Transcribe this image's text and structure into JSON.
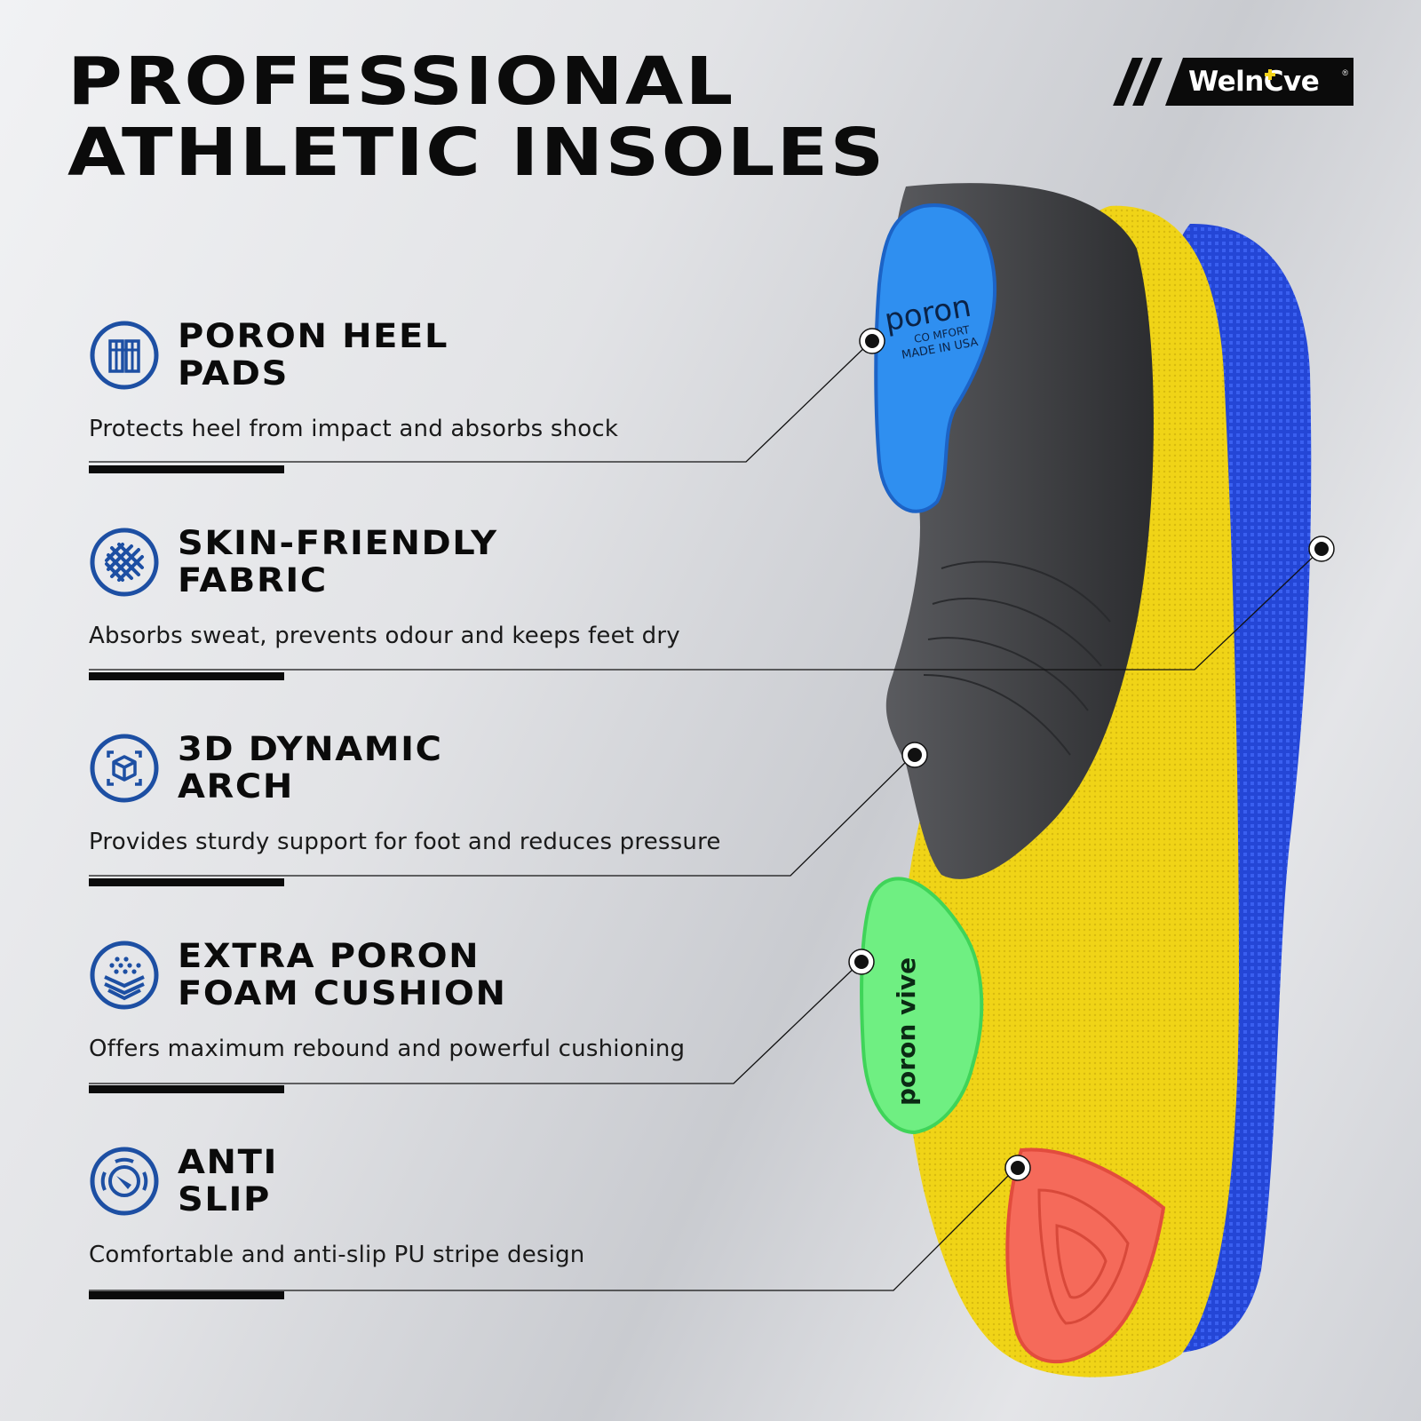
{
  "header": {
    "title_line1": "PROFESSIONAL",
    "title_line2": "ATHLETIC INSOLES"
  },
  "brand": {
    "name": "WelnCve",
    "logo_icon": "welnove-logo-with-plus",
    "registered": "®",
    "accent_color": "#f2d21b"
  },
  "features": [
    {
      "icon": "heel-pad-icon",
      "title_line1": "PORON HEEL",
      "title_line2": "PADS",
      "description": "Protects heel from impact and absorbs shock"
    },
    {
      "icon": "woven-fabric-icon",
      "title_line1": "SKIN-FRIENDLY",
      "title_line2": "FABRIC",
      "description": "Absorbs sweat, prevents odour and keeps feet dry"
    },
    {
      "icon": "3d-cube-icon",
      "title_line1": "3D DYNAMIC",
      "title_line2": "ARCH",
      "description": "Provides sturdy support for foot and reduces pressure"
    },
    {
      "icon": "foam-layers-icon",
      "title_line1": "EXTRA PORON",
      "title_line2": "FOAM CUSHION",
      "description": "Offers maximum rebound and powerful cushioning"
    },
    {
      "icon": "anti-slip-gauge-icon",
      "title_line1": "ANTI",
      "title_line2": "SLIP",
      "description": "Comfortable and anti-slip PU stripe design"
    }
  ],
  "product": {
    "heel_pad_brand": "poron",
    "heel_pad_line1": "CO MFORT",
    "heel_pad_line2": "MADE IN USA",
    "forefoot_pad_brand": "poron",
    "forefoot_pad_sub": "vive"
  },
  "colors": {
    "icon_blue": "#1d4fa3",
    "heel_pad_blue": "#2f8ff0",
    "arch_gray": "#4a4b4e",
    "foam_yellow": "#f0d417",
    "fabric_blue": "#2446d6",
    "pad_green": "#6fef82",
    "pad_red": "#f56a5a"
  }
}
